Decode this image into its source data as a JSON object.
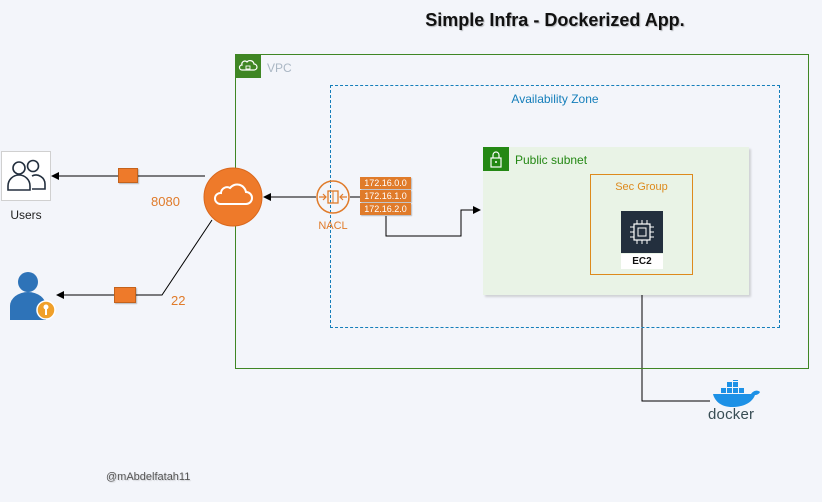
{
  "title": "Simple Infra - Dockerized App.",
  "vpc": {
    "label": "VPC"
  },
  "availability_zone": {
    "label": "Availability Zone"
  },
  "public_subnet": {
    "label": "Public subnet"
  },
  "security_group": {
    "label": "Sec Group"
  },
  "ec2": {
    "label": "EC2"
  },
  "nacl": {
    "label": "NACL"
  },
  "route_table": {
    "entries": [
      "172.16.0.0",
      "172.16.1.0",
      "172.16.2.0"
    ]
  },
  "users": {
    "label": "Users"
  },
  "ports": {
    "http": "8080",
    "ssh": "22"
  },
  "docker": {
    "label": "docker"
  },
  "credit": "@mAbdelfatah11",
  "colors": {
    "vpc": "#3f8624",
    "az": "#147eba",
    "subnet": "#248814",
    "sec_group": "#dd8a1d",
    "accent": "#e07b2a",
    "docker": "#1d91e6"
  },
  "icons": [
    "vpc-cloud-icon",
    "lock-icon",
    "gateway-cloud-icon",
    "nacl-icon",
    "ec2-chip-icon",
    "users-icon",
    "admin-key-icon",
    "docker-whale-icon",
    "envelope-icon"
  ]
}
